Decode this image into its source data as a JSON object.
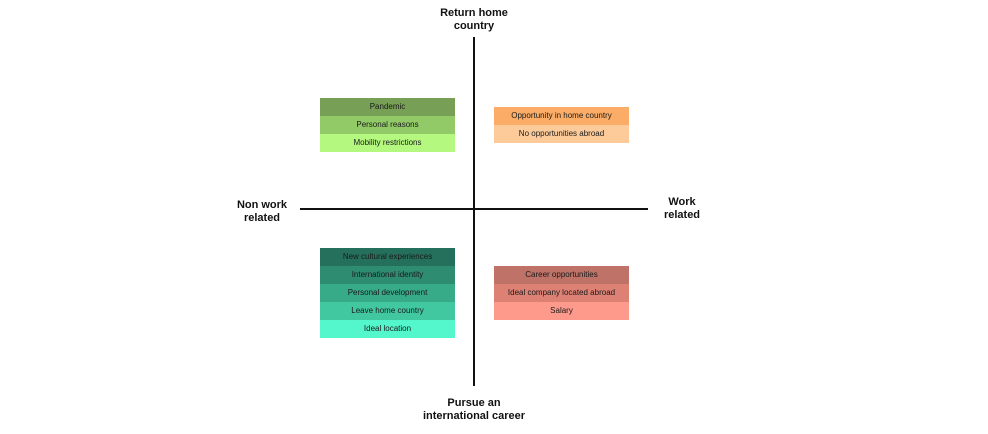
{
  "axes": {
    "top": "Return home\ncountry",
    "bottom": "Pursue an\ninternational career",
    "left": "Non work\nrelated",
    "right": "Work\nrelated"
  },
  "quadrants": {
    "top_left": [
      {
        "label": "Pandemic",
        "color": "#779f55"
      },
      {
        "label": "Personal reasons",
        "color": "#92ca68"
      },
      {
        "label": "Mobility restrictions",
        "color": "#b4f880"
      }
    ],
    "top_right": [
      {
        "label": "Opportunity in home country",
        "color": "#fbac66"
      },
      {
        "label": "No opportunities abroad",
        "color": "#fdcb99"
      }
    ],
    "bottom_left": [
      {
        "label": "New cultural experiences",
        "color": "#25705c"
      },
      {
        "label": "International identity",
        "color": "#2e8c70"
      },
      {
        "label": "Personal development",
        "color": "#37aa87"
      },
      {
        "label": "Leave home country",
        "color": "#41c8a0"
      },
      {
        "label": "Ideal location",
        "color": "#54f7cc"
      }
    ],
    "bottom_right": [
      {
        "label": "Career opportunities",
        "color": "#bf7267"
      },
      {
        "label": "Ideal company located abroad",
        "color": "#dd8175"
      },
      {
        "label": "Salary",
        "color": "#fd9a8c"
      }
    ]
  }
}
